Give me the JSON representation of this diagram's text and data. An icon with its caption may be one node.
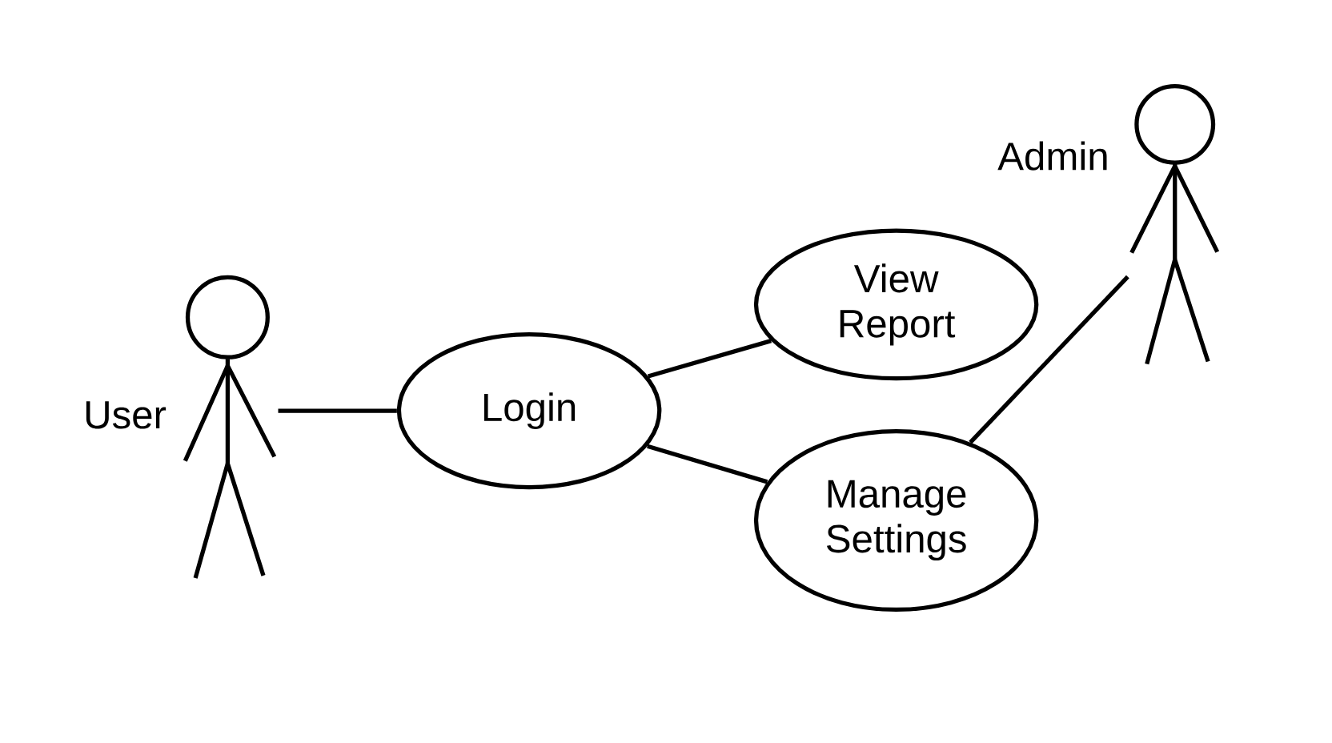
{
  "diagram": {
    "nodes": [
      {
        "text": [
          "User"
        ]
      },
      {
        "text": [
          "Login"
        ]
      },
      {
        "text": [
          "View Report"
        ]
      },
      {
        "text": [
          "Manage Settings"
        ]
      },
      {
        "text": [
          "Admin"
        ]
      }
    ],
    "edges": [
      {
        "from": 0,
        "to": 1,
        "arrow": "none"
      },
      {
        "from": 1,
        "to": 2,
        "arrow": "none"
      },
      {
        "from": 1,
        "to": 3,
        "arrow": "none"
      },
      {
        "from": 3,
        "to": 4,
        "arrow": "none"
      }
    ]
  }
}
